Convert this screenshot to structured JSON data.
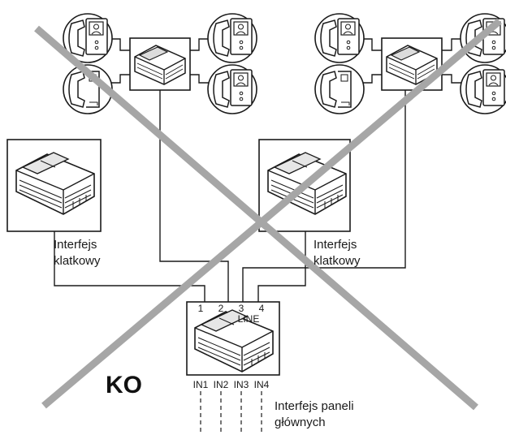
{
  "labels": {
    "interface_left_line1": "Interfejs",
    "interface_left_line2": "klatkowy",
    "interface_right_line1": "Interfejs",
    "interface_right_line2": "klatkowy",
    "main_panels_line1": "Interfejs paneli",
    "main_panels_line2": "głównych",
    "status": "KO",
    "line_label": "LINE"
  },
  "terminals": {
    "top": [
      "1",
      "2",
      "3",
      "4"
    ],
    "bottom": [
      "IN1",
      "IN2",
      "IN3",
      "IN4"
    ]
  },
  "colors": {
    "line": "#1a1a1a",
    "cross": "#a6a6a6",
    "device_fill": "#ffffff",
    "device_shade": "#cfcfcf"
  }
}
